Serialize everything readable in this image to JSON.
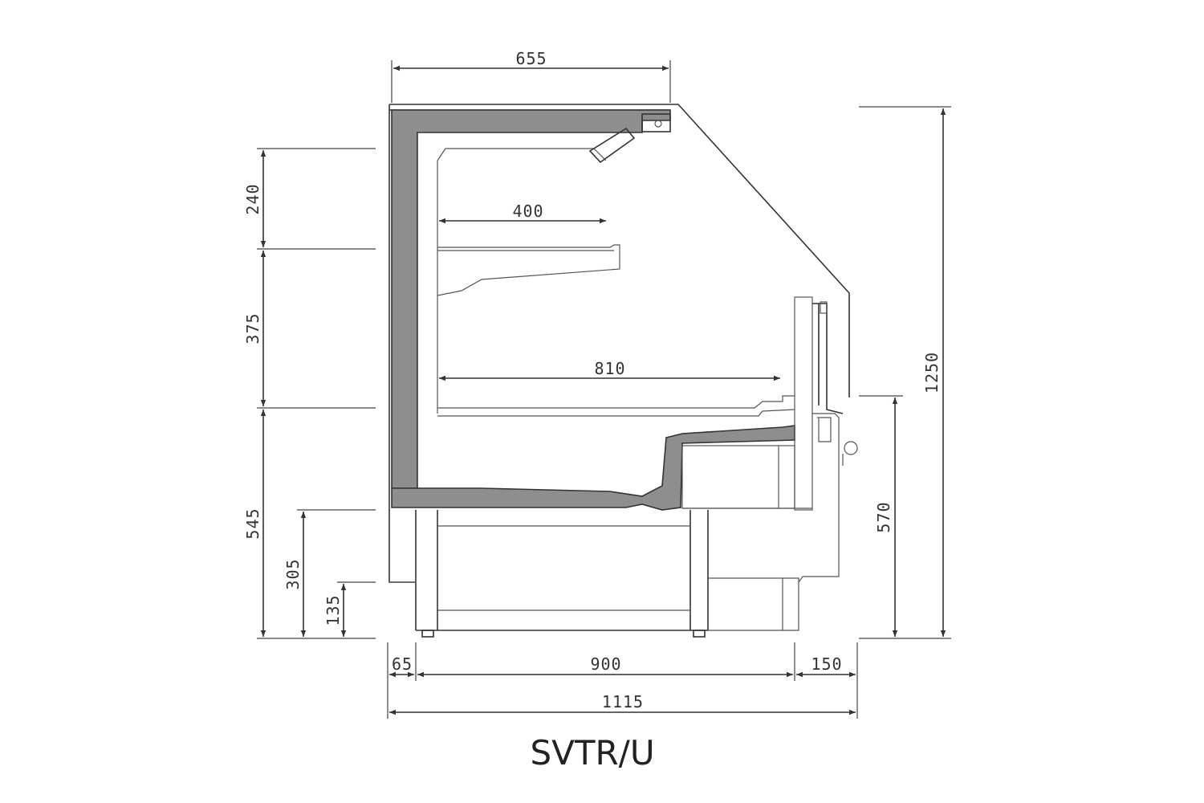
{
  "title": "SVTR/U",
  "dimensions": {
    "top_width": "655",
    "top_shelf_depth": "400",
    "bottom_shelf_depth": "810",
    "left_240": "240",
    "left_375": "375",
    "left_545": "545",
    "left_305": "305",
    "left_135": "135",
    "right_1250": "1250",
    "right_570": "570",
    "bottom_65": "65",
    "bottom_900": "900",
    "bottom_150": "150",
    "bottom_total": "1115"
  },
  "colors": {
    "line": "#333333",
    "insulation": "#8e8e8e"
  }
}
